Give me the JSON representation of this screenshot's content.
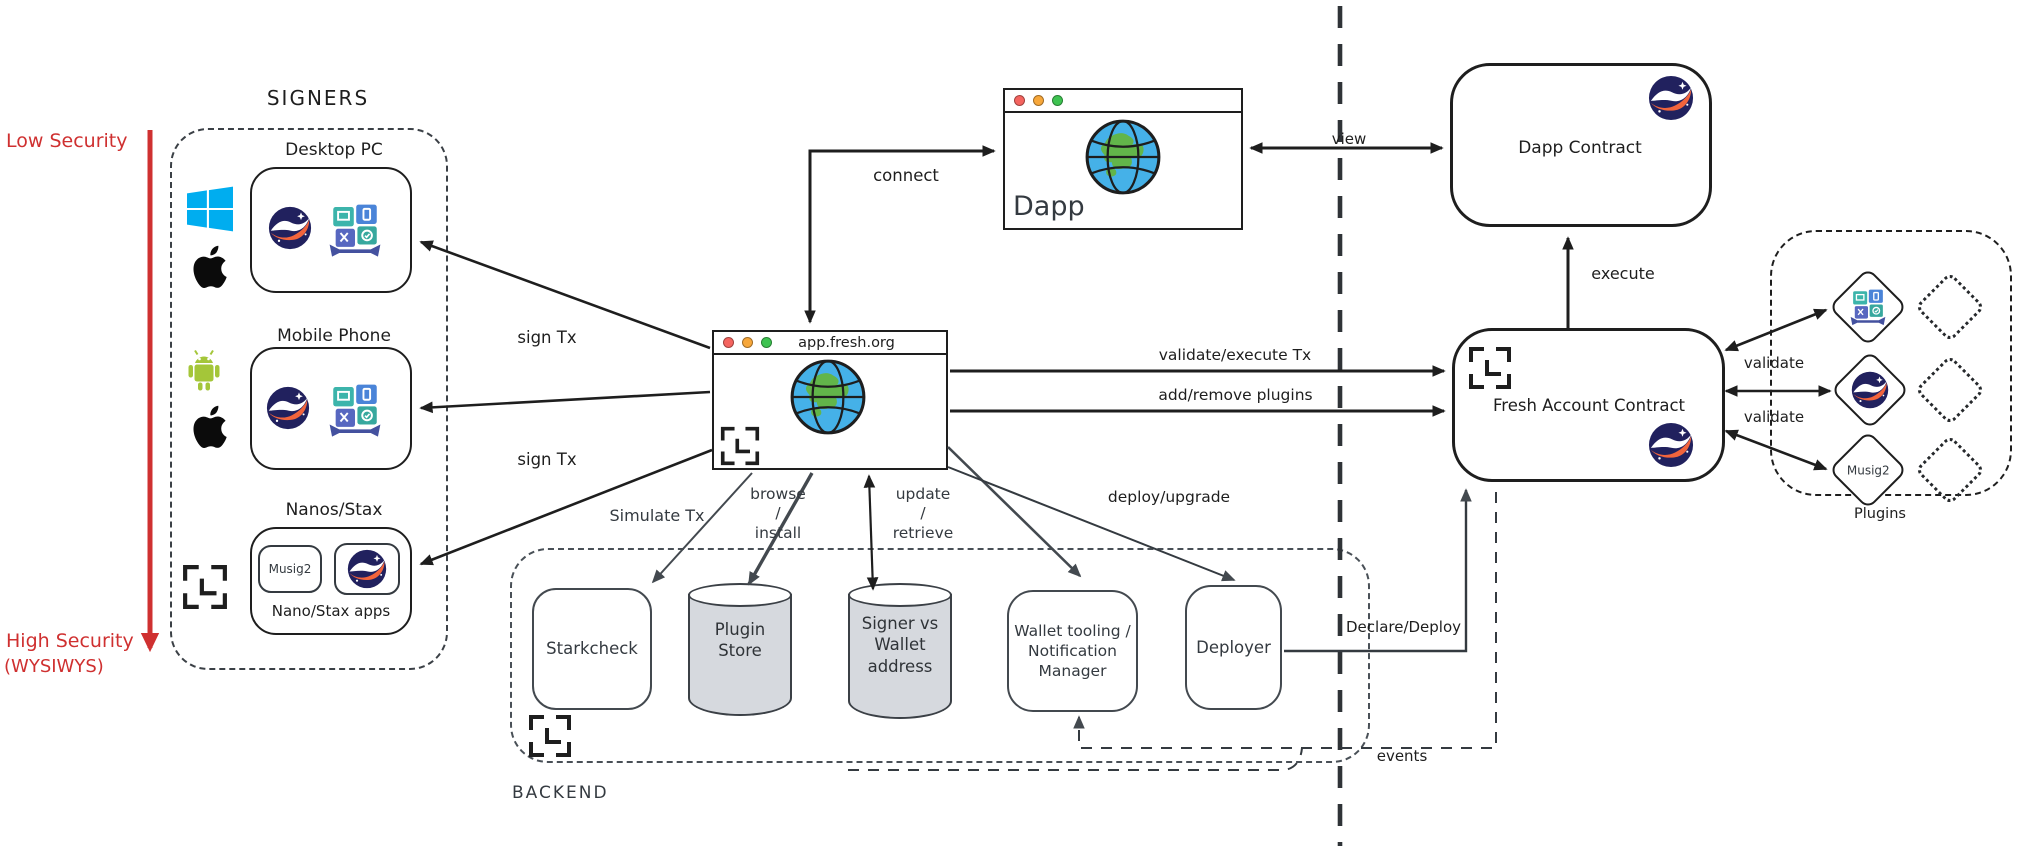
{
  "colors": {
    "security_red": "#cf3030",
    "ink_black": "#1e1e1e",
    "backend_gray": "#43494f",
    "cylinder_fill": "#d6d9de",
    "windows_blue": "#00adef",
    "android_green": "#a4c639",
    "starknet_navy": "#21215e",
    "starknet_orange": "#f2643c",
    "traffic_red": "#f4645f",
    "traffic_yellow": "#f7a73a",
    "traffic_green": "#3ec351"
  },
  "signers": {
    "title": "SIGNERS",
    "low_security": "Low Security",
    "high_security": "High Security",
    "wysiwys": "(WYSIWYS)",
    "desktop": {
      "label": "Desktop PC"
    },
    "mobile": {
      "label": "Mobile Phone"
    },
    "nanos": {
      "label": "Nanos/Stax",
      "musig": "Musig2",
      "apps": "Nano/Stax apps"
    }
  },
  "center": {
    "dapp_window": {
      "title": "Dapp"
    },
    "app_window": {
      "url": "app.fresh.org"
    }
  },
  "edges": {
    "connect": "connect",
    "view": "view",
    "sign_tx_a": "sign Tx",
    "sign_tx_b": "sign Tx",
    "validate_execute_tx": "validate/execute Tx",
    "add_remove_plugins": "add/remove plugins",
    "simulate_tx": "Simulate Tx",
    "browse": "browse",
    "slash_a": "/",
    "install": "install",
    "update": "update",
    "slash_b": "/",
    "retrieve": "retrieve",
    "deploy_upgrade": "deploy/upgrade",
    "execute": "execute",
    "validate_a": "validate",
    "validate_b": "validate",
    "declare_deploy": "Declare/Deploy",
    "events": "events"
  },
  "backend": {
    "title": "BACKEND",
    "starkcheck": "Starkcheck",
    "plugin_store": "Plugin Store",
    "signer_wallet": "Signer vs Wallet address",
    "wallet_tooling": "Wallet tooling / Notification Manager",
    "deployer": "Deployer"
  },
  "onchain": {
    "dapp_contract": "Dapp Contract",
    "fresh_account_contract": "Fresh Account Contract"
  },
  "plugins": {
    "title": "Plugins",
    "musig2": "Musig2"
  }
}
